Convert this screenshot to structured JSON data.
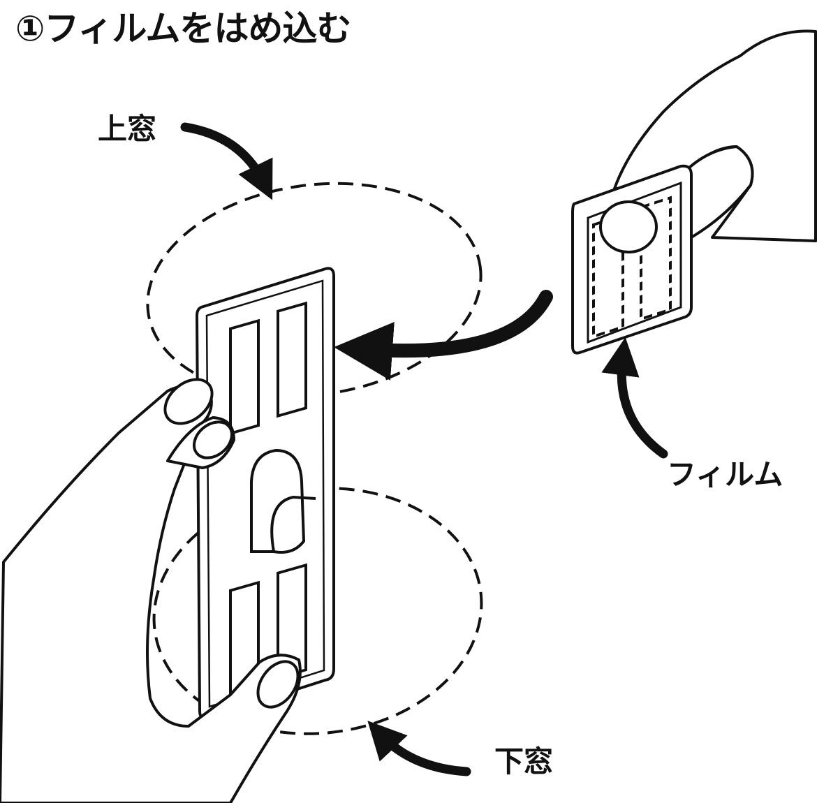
{
  "title": "①フィルムをはめ込む",
  "labels": {
    "upper_window": "上窓",
    "film": "フィルム",
    "lower_window": "下窓"
  },
  "colors": {
    "ink": "#111111",
    "paper": "#ffffff"
  }
}
